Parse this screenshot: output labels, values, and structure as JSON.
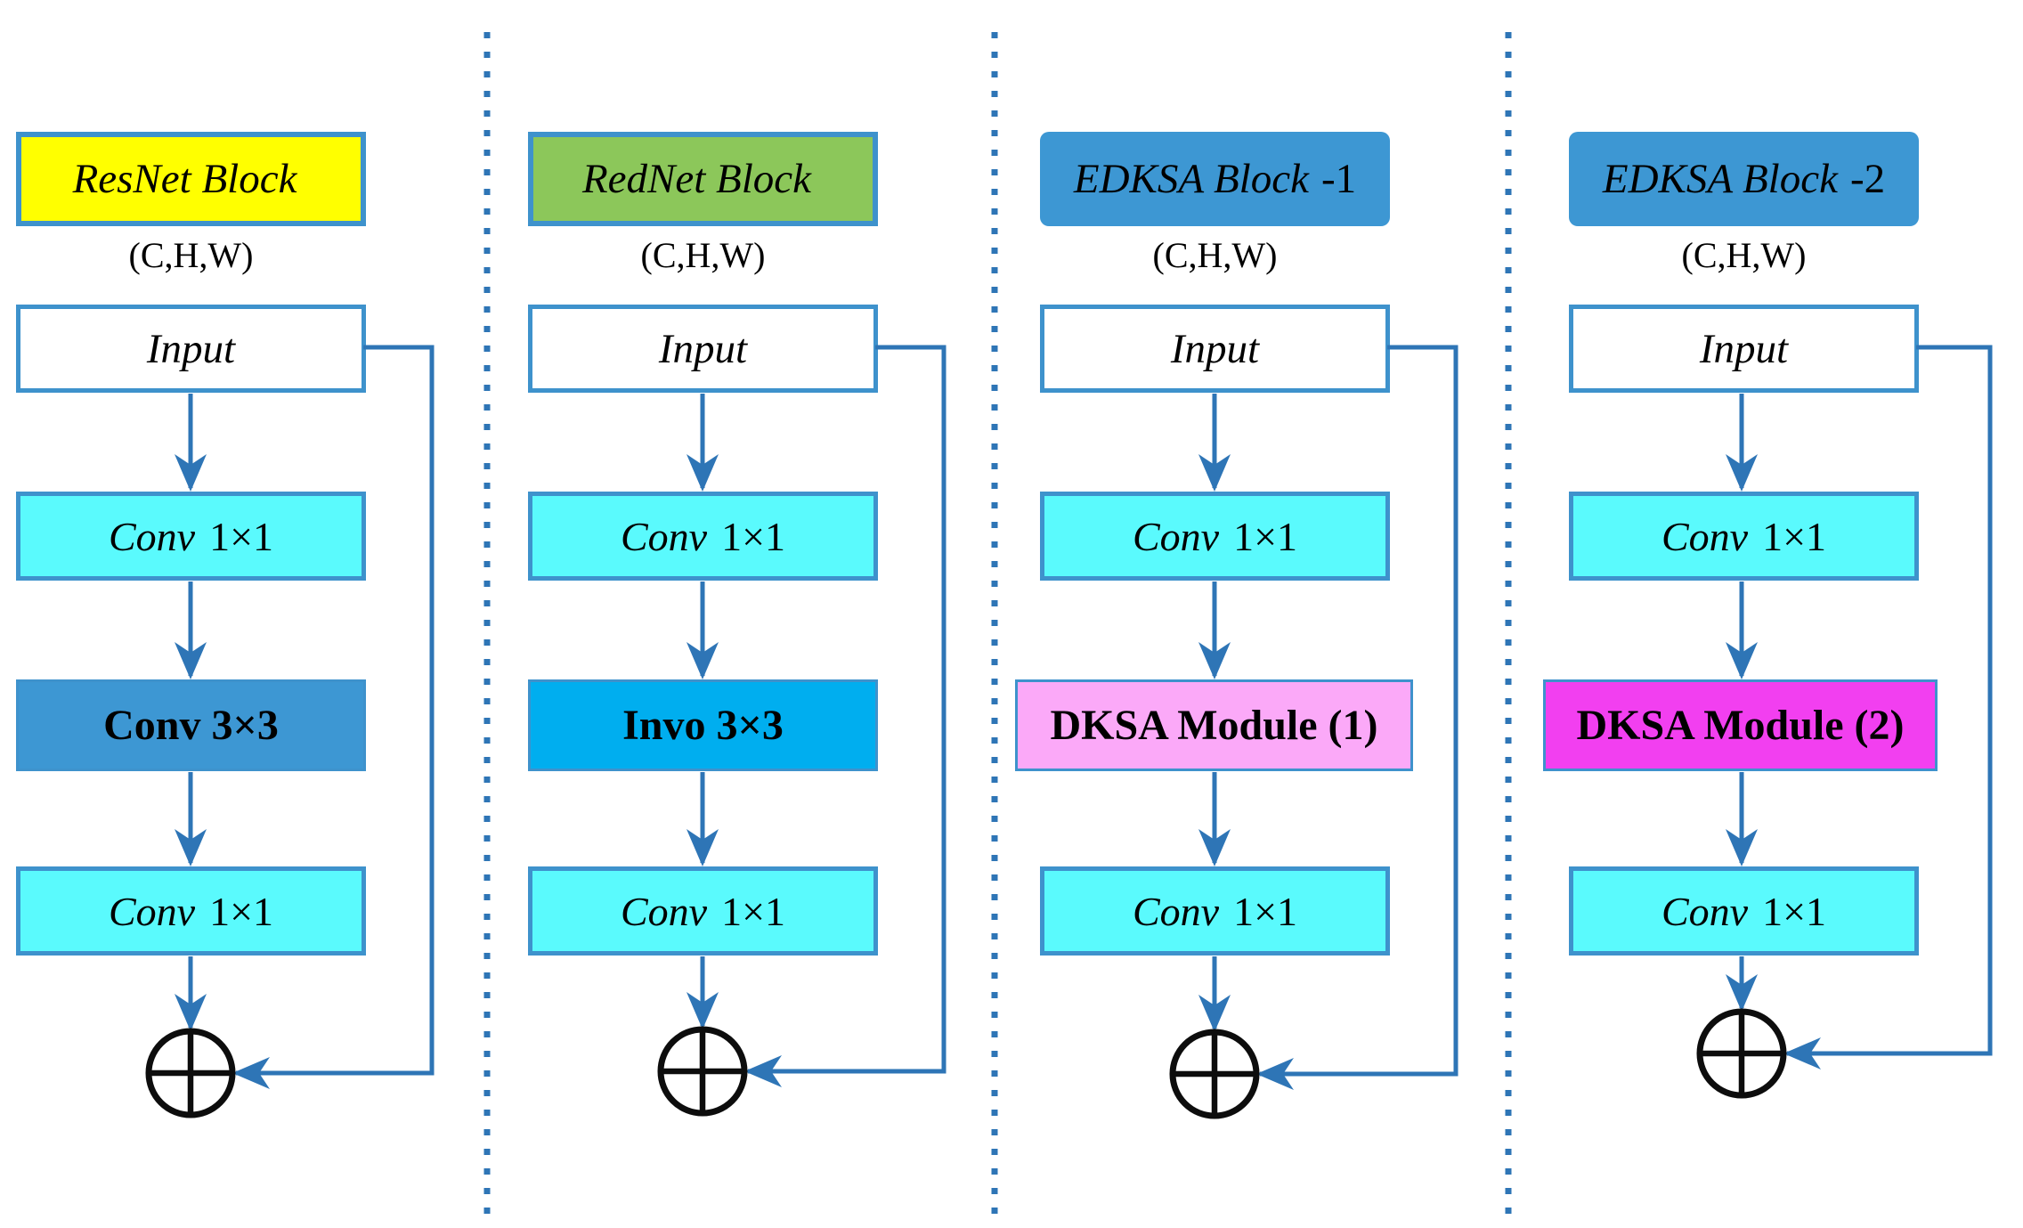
{
  "figure": {
    "background": "#FFFFFF",
    "separator_style": "vertical-dotted-line"
  },
  "palette": {
    "line_blue": "#2E75B6",
    "box_border_blue": "#3E92CC",
    "cyan": "#5AFAFD",
    "sum_black": "#0D0D0D"
  },
  "columns": [
    {
      "header": {
        "title": "ResNet Block",
        "suffix": "",
        "fill": "#FFFF00"
      },
      "shape_label": "(C,H,W)",
      "input_label": "Input",
      "conv_top": {
        "op": "Conv",
        "kernel": "1×1"
      },
      "mid": {
        "label": "Conv 3×3",
        "fill": "#3D97D3"
      },
      "conv_bottom": {
        "op": "Conv",
        "kernel": "1×1"
      },
      "sum_icon": "circled-plus"
    },
    {
      "header": {
        "title": "RedNet Block",
        "suffix": "",
        "fill": "#8CC75A"
      },
      "shape_label": "(C,H,W)",
      "input_label": "Input",
      "conv_top": {
        "op": "Conv",
        "kernel": "1×1"
      },
      "mid": {
        "label": "Invo 3×3",
        "fill": "#00AEEF"
      },
      "conv_bottom": {
        "op": "Conv",
        "kernel": "1×1"
      },
      "sum_icon": "circled-plus"
    },
    {
      "header": {
        "title": "EDKSA Block",
        "suffix": "-1",
        "fill": "#3D97D3"
      },
      "shape_label": "(C,H,W)",
      "input_label": "Input",
      "conv_top": {
        "op": "Conv",
        "kernel": "1×1"
      },
      "mid": {
        "label": "DKSA Module (1)",
        "fill": "#FBA9F8"
      },
      "conv_bottom": {
        "op": "Conv",
        "kernel": "1×1"
      },
      "sum_icon": "circled-plus"
    },
    {
      "header": {
        "title": "EDKSA Block",
        "suffix": "-2",
        "fill": "#3D97D3"
      },
      "shape_label": "(C,H,W)",
      "input_label": "Input",
      "conv_top": {
        "op": "Conv",
        "kernel": "1×1"
      },
      "mid": {
        "label": "DKSA Module (2)",
        "fill": "#F23FF0"
      },
      "conv_bottom": {
        "op": "Conv",
        "kernel": "1×1"
      },
      "sum_icon": "circled-plus"
    }
  ]
}
